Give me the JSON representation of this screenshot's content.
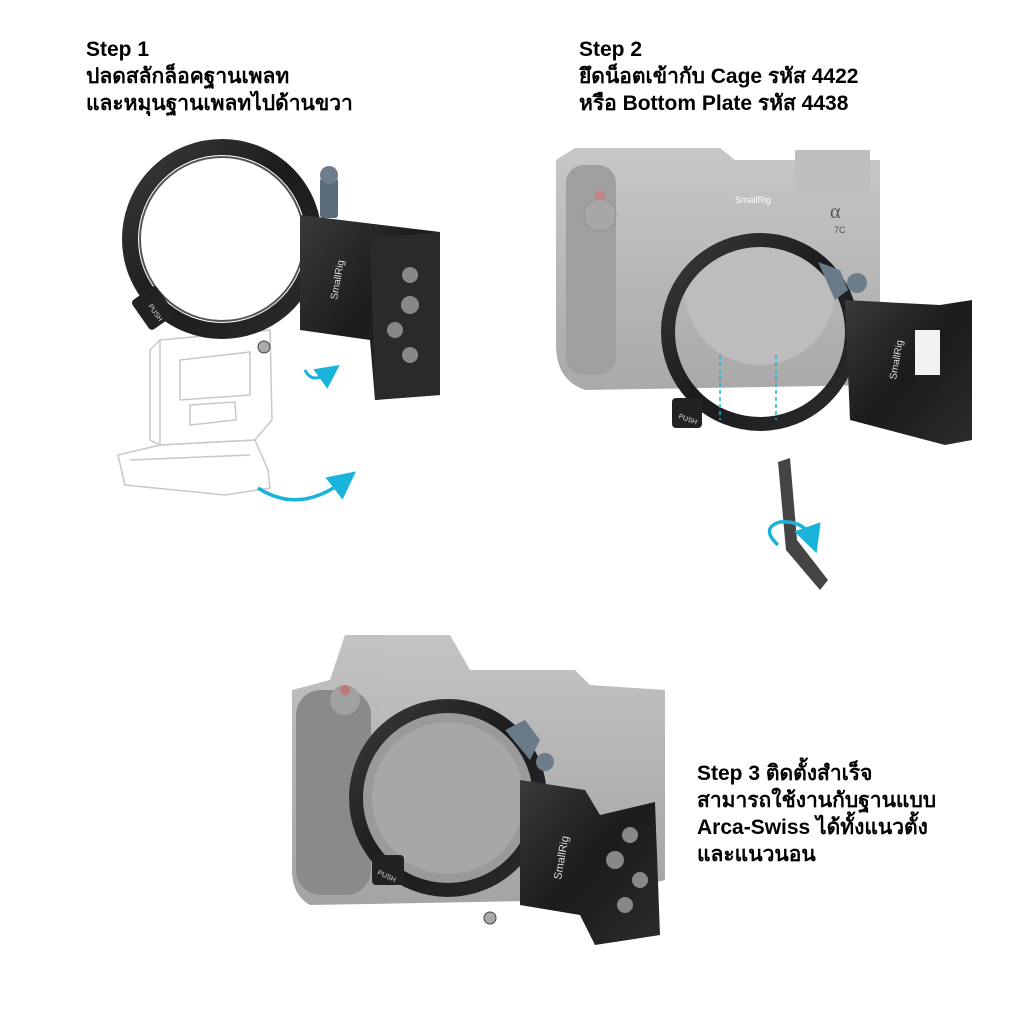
{
  "steps": [
    {
      "title": "Step 1",
      "lines": [
        "ปลดสลักล็อคฐานเพลท",
        "และหมุนฐานเพลทไปด้านขวา"
      ]
    },
    {
      "title": "Step 2",
      "lines": [
        "ยึดน็อตเข้ากับ Cage รหัส 4422",
        "หรือ Bottom Plate รหัส 4438"
      ]
    },
    {
      "title": "Step 3 ติดตั้งสำเร็จ",
      "lines": [
        "สามารถใช้งานกับฐานแบบ",
        "Arca-Swiss ได้ทั้งแนวตั้ง",
        "และแนวนอน"
      ]
    }
  ],
  "labels": {
    "brand": "SmallRig",
    "push": "PUSH",
    "model_alpha": "α",
    "model_name": "7C"
  },
  "colors": {
    "accent_arrow": "#1ab3d9",
    "metal_black": "#1c1c1e",
    "camera_gray": "#9a9a9a"
  }
}
